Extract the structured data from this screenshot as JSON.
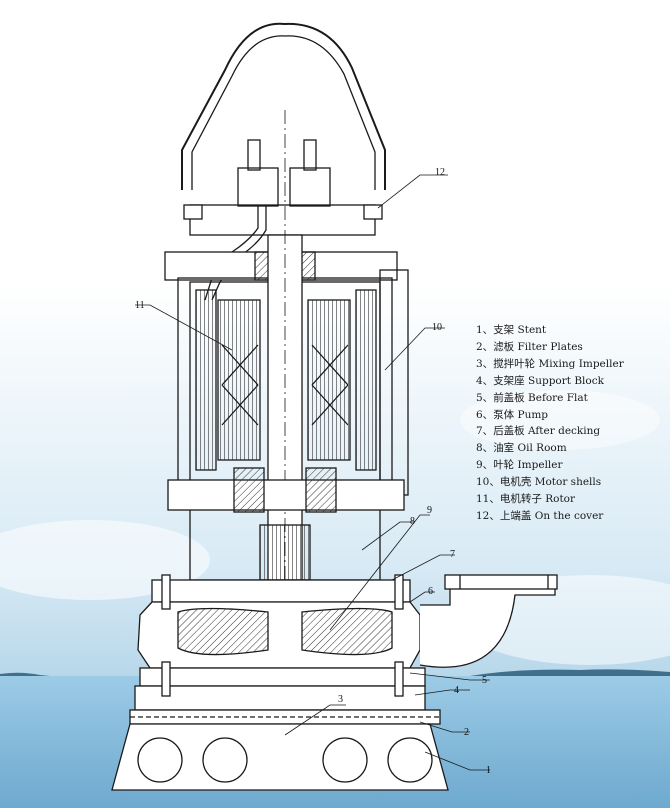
{
  "legend": [
    {
      "num": "1、",
      "text": "支架 Stent"
    },
    {
      "num": "2、",
      "text": "滤板 Filter Plates"
    },
    {
      "num": "3、",
      "text": "搅拌叶轮 Mixing Impeller"
    },
    {
      "num": "4、",
      "text": "支架座 Support Block"
    },
    {
      "num": "5、",
      "text": "前盖板 Before Flat"
    },
    {
      "num": "6、",
      "text": "泵体 Pump"
    },
    {
      "num": "7、",
      "text": "后盖板 After decking"
    },
    {
      "num": "8、",
      "text": "油室 Oil Room"
    },
    {
      "num": "9、",
      "text": "叶轮 Impeller"
    },
    {
      "num": "10、",
      "text": "电机壳 Motor shells"
    },
    {
      "num": "11、",
      "text": "电机转子 Rotor"
    },
    {
      "num": "12、",
      "text": "上端盖 On the cover"
    }
  ],
  "callouts": {
    "c1": "1",
    "c2": "2",
    "c3": "3",
    "c4": "4",
    "c5": "5",
    "c6": "6",
    "c7": "7",
    "c8": "8",
    "c9": "9",
    "c10": "10",
    "c11": "11",
    "c12": "12"
  },
  "colors": {
    "sky_top": "#ffffff",
    "sky_bottom": "#a9cfe6",
    "sea": "#7fb7d8",
    "line": "#1a1a1a"
  }
}
